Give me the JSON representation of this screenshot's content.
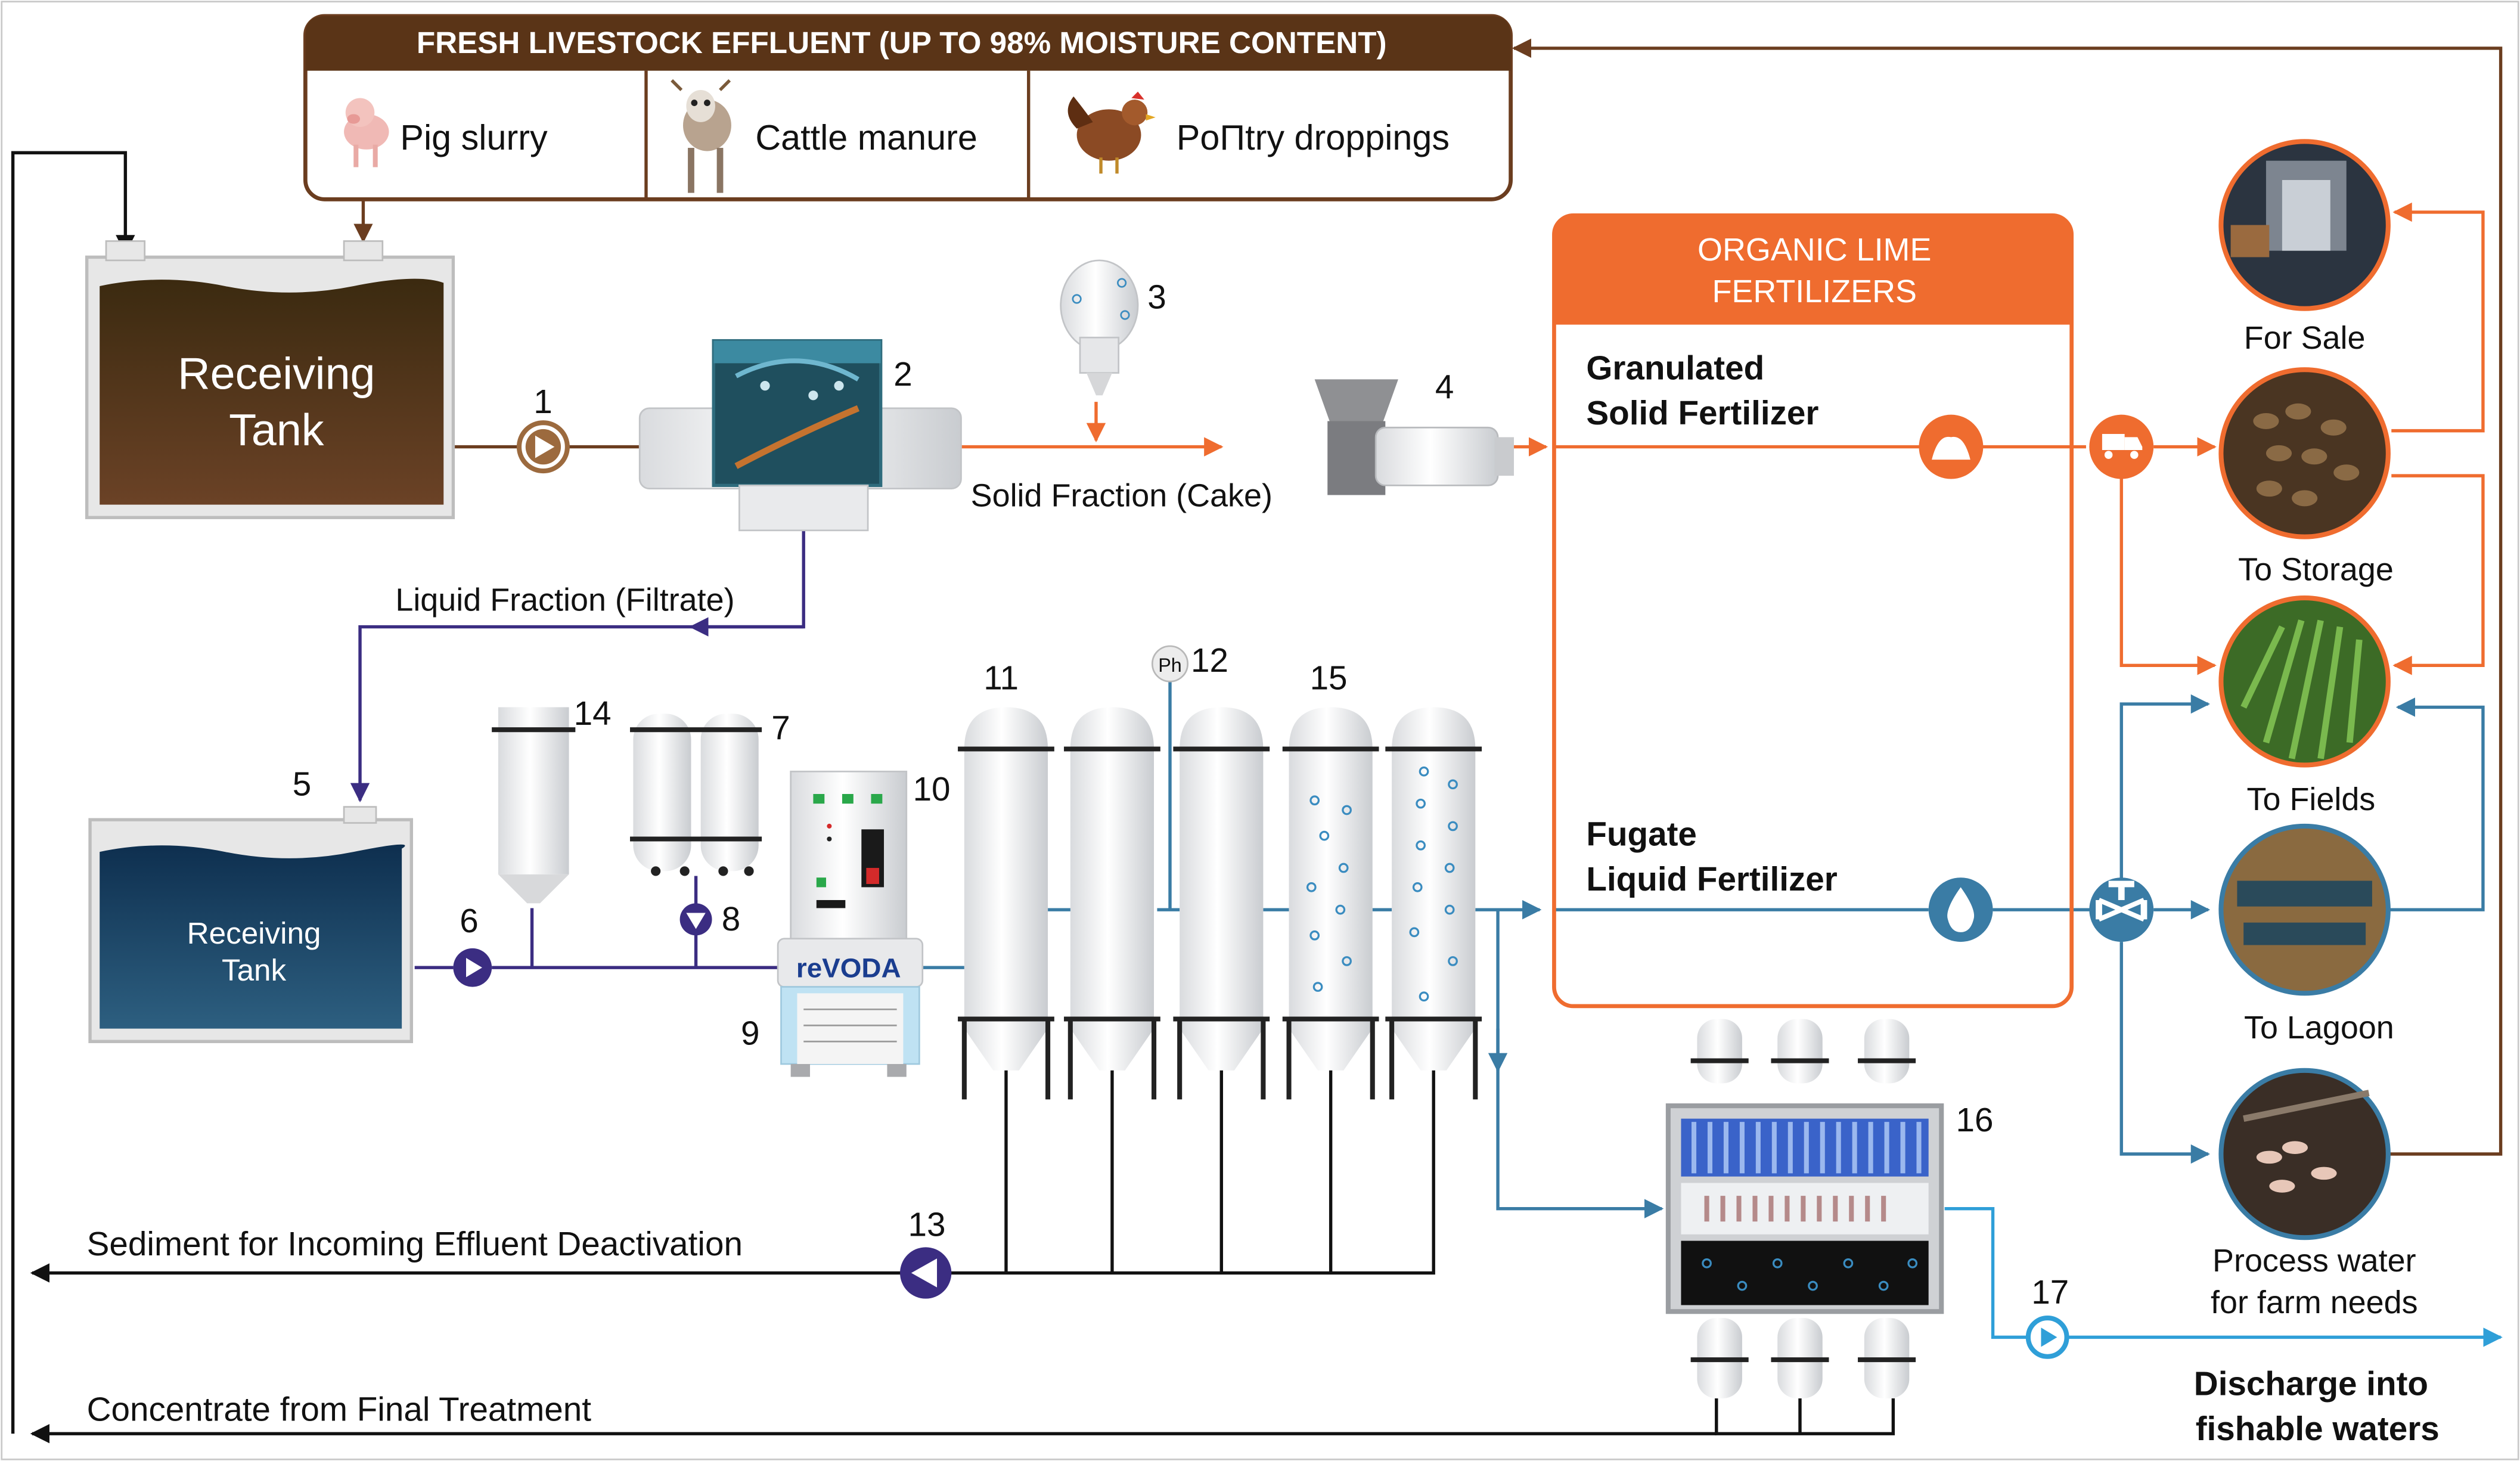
{
  "header": {
    "title": "FRESH LIVESTOCK EFFLUENT (UP TO 98% MOISTURE CONTENT)",
    "sources": [
      "Pig slurry",
      "Cattle manure",
      "PoΠtry droppings"
    ]
  },
  "tanks": {
    "receiving_main": [
      "Receiving",
      "Tank"
    ],
    "receiving_liquid": [
      "Receiving",
      "Tank"
    ]
  },
  "flows": {
    "solid_fraction": "Solid Fraction (Cake)",
    "liquid_fraction": "Liquid Fraction (Filtrate)",
    "sediment": "Sediment for Incoming Effluent Deactivation",
    "concentrate": "Concentrate from Final Treatment",
    "discharge": [
      "Discharge into",
      "fishable waters"
    ]
  },
  "fertilizers": {
    "title": [
      "ORGANIC LIME",
      "FERTILIZERS"
    ],
    "granulated": [
      "Granulated",
      "Solid Fertilizer"
    ],
    "fugate": [
      "Fugate",
      "Liquid Fertilizer"
    ]
  },
  "destinations": {
    "for_sale": "For Sale",
    "to_storage": "To Storage",
    "to_fields": "To Fields",
    "to_lagoon": "To Lagoon",
    "process_water": [
      "Process water",
      "for farm needs"
    ]
  },
  "equipment_numbers": {
    "n1": "1",
    "n2": "2",
    "n3": "3",
    "n4": "4",
    "n5": "5",
    "n6": "6",
    "n7": "7",
    "n8": "8",
    "n9": "9",
    "n10": "10",
    "n11": "11",
    "n12": "12",
    "n13": "13",
    "n14": "14",
    "n15": "15",
    "n16": "16",
    "n17": "17"
  },
  "labels": {
    "ph": "Ph",
    "brand": "reVODA"
  },
  "colors": {
    "brown": "#6b3d1f",
    "orange": "#ef6c2f",
    "navy": "#3b2d82",
    "teal": "#3a7ca5",
    "cyan": "#2f9fd8",
    "black": "#111111"
  }
}
